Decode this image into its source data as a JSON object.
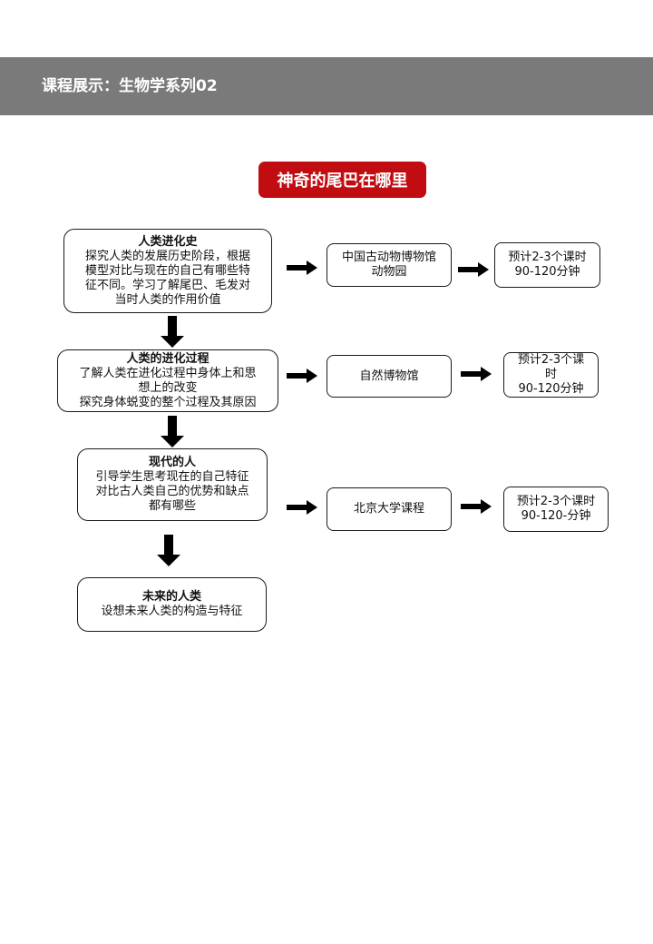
{
  "header": {
    "title": "课程展示：生物学系列02"
  },
  "main_title": "神奇的尾巴在哪里",
  "stages": [
    {
      "title": "人类进化史",
      "desc": [
        "探究人类的发展历史阶段，根据",
        "模型对比与现在的自己有哪些特",
        "征不同。学习了解尾巴、毛发对",
        "当时人类的作用价值"
      ]
    },
    {
      "title": "人类的进化过程",
      "desc": [
        "了解人类在进化过程中身体上和思",
        "想上的改变",
        "探究身体蜕变的整个过程及其原因"
      ]
    },
    {
      "title": "现代的人",
      "desc": [
        "引导学生思考现在的自己特征",
        "对比古人类自己的优势和缺点",
        "都有哪些"
      ]
    },
    {
      "title": "未来的人类",
      "desc": [
        "设想未来人类的构造与特征"
      ]
    }
  ],
  "venues": [
    [
      "中国古动物博物馆",
      "动物园"
    ],
    [
      "自然博物馆"
    ],
    [
      "北京大学课程"
    ]
  ],
  "durations": [
    [
      "预计2-3个课时",
      "90-120分钟"
    ],
    [
      "预计2-3个课",
      "时",
      "90-120分钟"
    ],
    [
      "预计2-3个课时",
      "90-120-分钟"
    ]
  ]
}
